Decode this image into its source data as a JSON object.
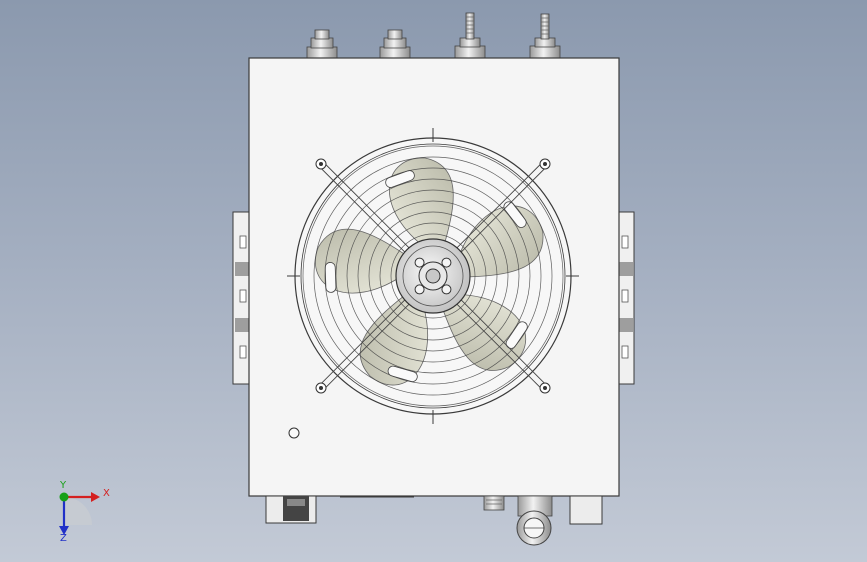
{
  "viewport": {
    "background_top": "#8b99ae",
    "background_bottom": "#c3cad6",
    "part_fill": "#f4f4f4",
    "line_color": "#3a3a3a",
    "blade_fill": "#dcdccc"
  },
  "axes_triad": {
    "x_label": "X",
    "y_label": "Y",
    "z_label": "Z",
    "x_color": "#d42020",
    "y_color": "#18a018",
    "z_color": "#2030c8"
  },
  "model": {
    "enclosure": "front-panel",
    "fan": {
      "blade_count": 5,
      "guard_rings": 9,
      "mount_holes": 4
    },
    "top_fittings": [
      "nut-fitting",
      "nut-fitting",
      "threaded-stud",
      "threaded-stud"
    ]
  }
}
